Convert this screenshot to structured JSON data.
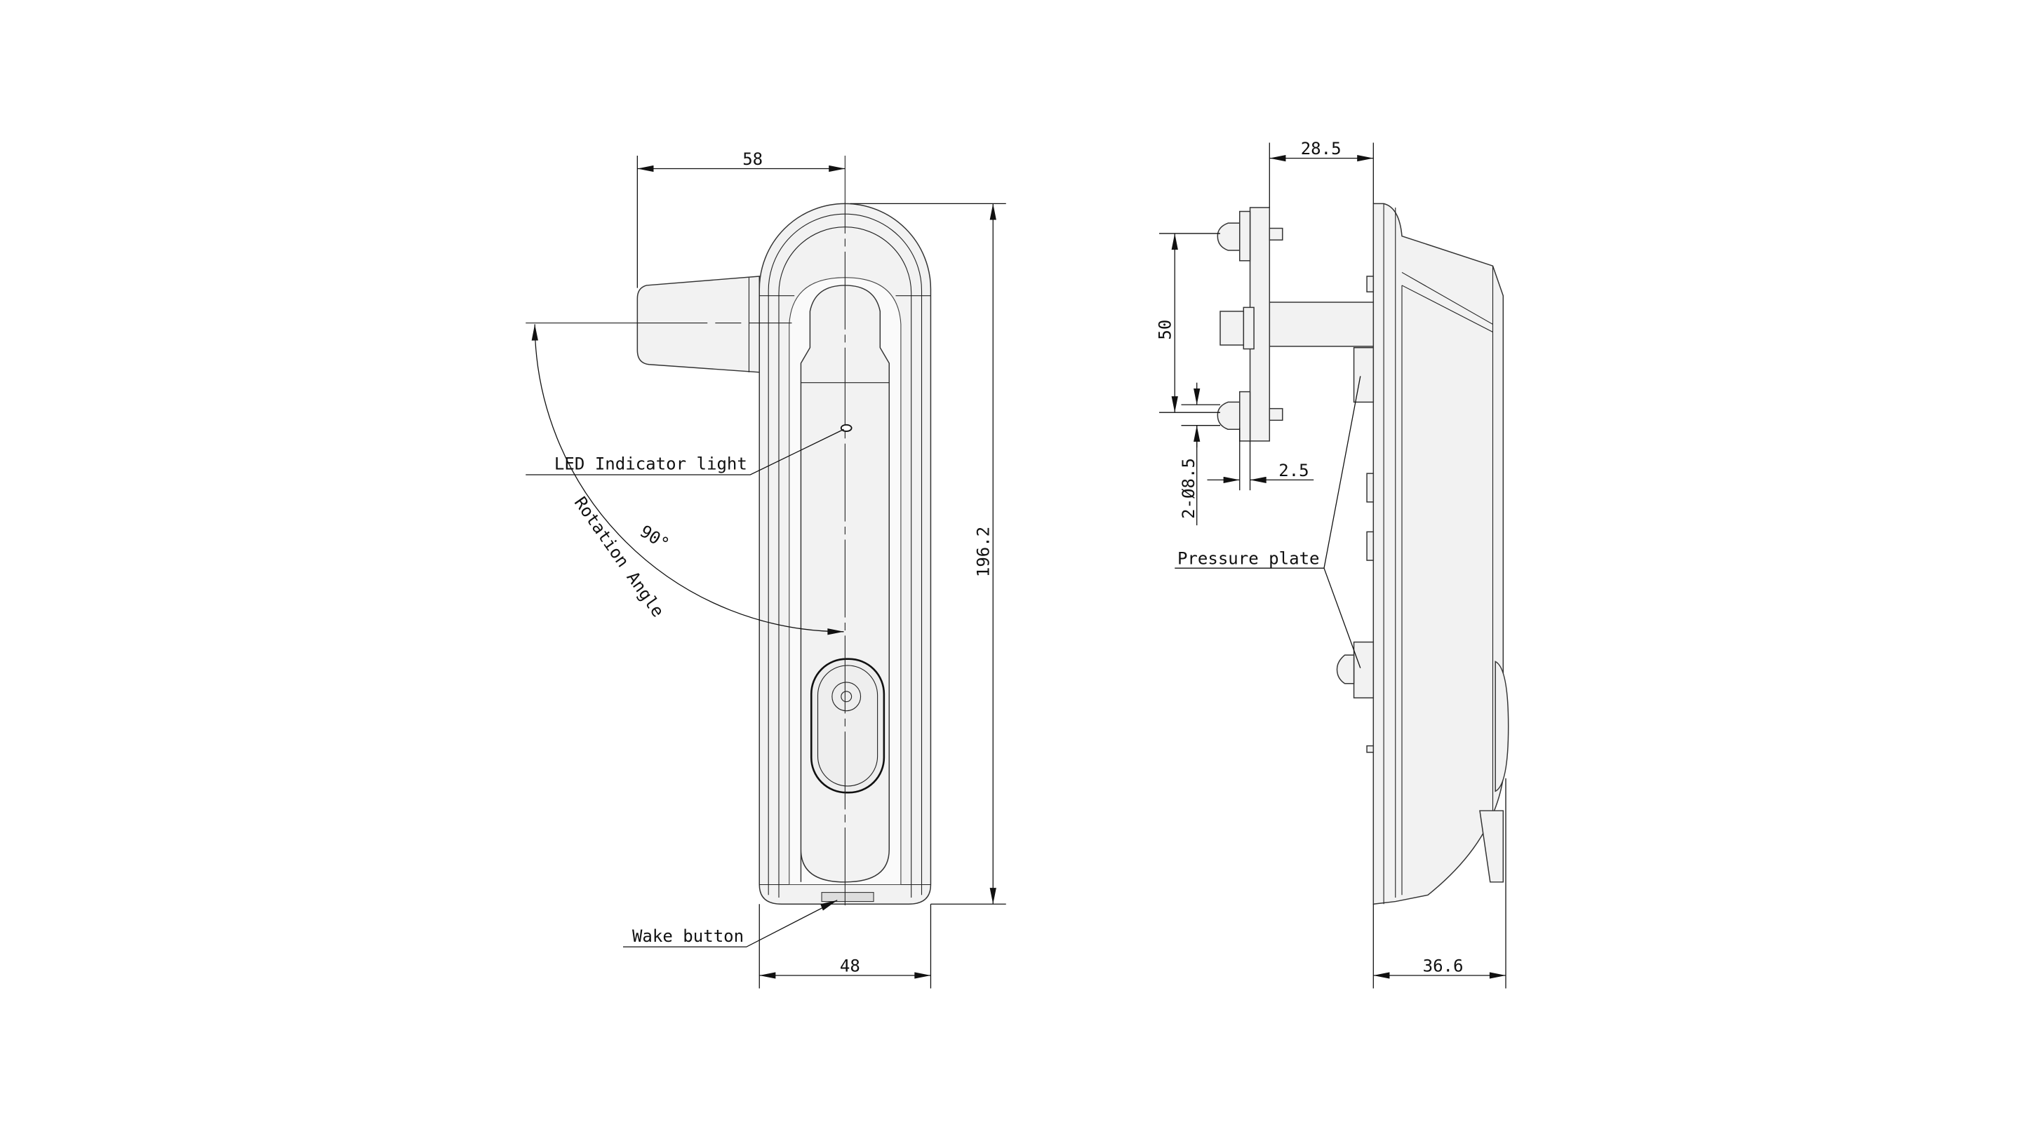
{
  "front_view": {
    "width_top": "58",
    "height": "196.2",
    "width_bottom": "48",
    "angle": "90°",
    "angle_label": "Rotation Angle",
    "led_label": "LED Indicator light",
    "wake_label": "Wake button"
  },
  "side_view": {
    "depth_top": "28.5",
    "bolt_spacing": "50",
    "hole_dia": "2-Ø8.5",
    "plate_thickness": "2.5",
    "pressure_label": "Pressure plate",
    "depth_bottom": "36.6"
  }
}
